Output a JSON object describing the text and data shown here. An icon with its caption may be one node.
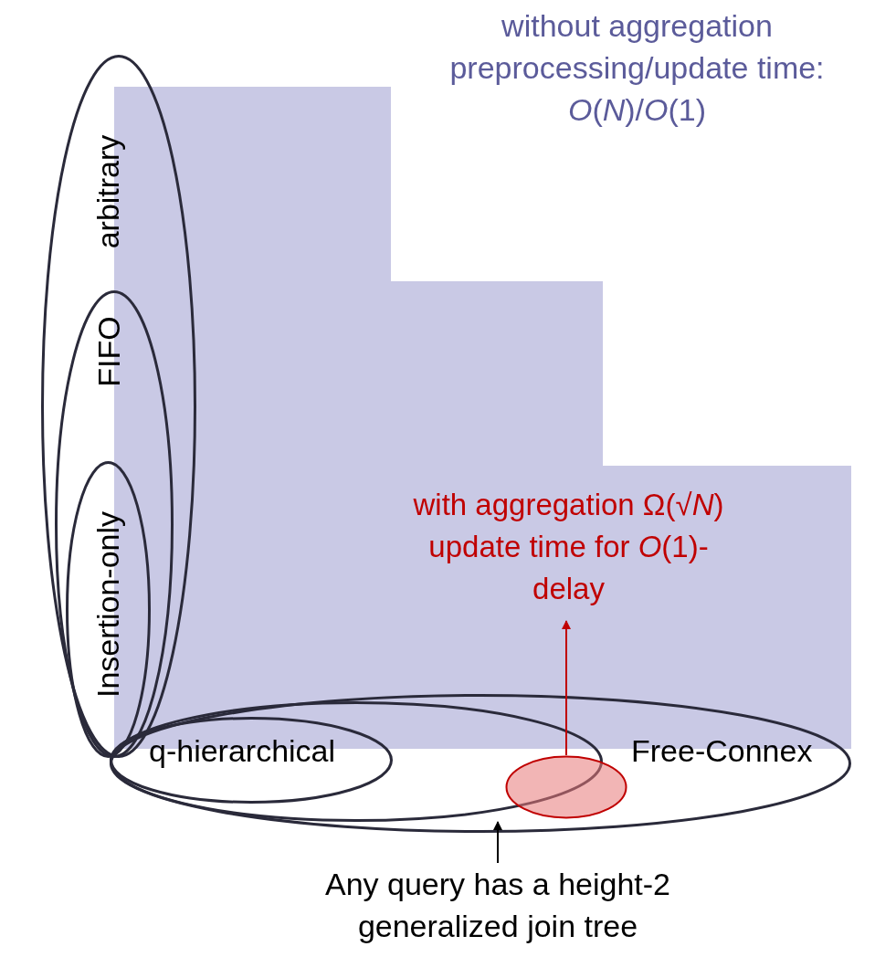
{
  "diagram": {
    "nodes": [
      {
        "text": [
          "arbitrary"
        ]
      },
      {
        "text": [
          "FIFO"
        ],
        "in": 0
      },
      {
        "text": [
          "Insertion-only"
        ],
        "in": 1
      },
      {
        "text": [
          "Free-Connex"
        ]
      },
      {
        "text": [],
        "shape": "ellipse",
        "in": 3
      },
      {
        "text": [
          "q-hierarchical"
        ],
        "in": 4
      },
      {
        "text": [],
        "shape": "ellipse",
        "in": 3
      },
      {
        "text": [
          "with aggregation Ω(√*N*) update time for *O*(1)-delay"
        ]
      },
      {
        "text": [
          "Any query has a height-2 generalized join tree"
        ]
      }
    ],
    "edges": [
      {
        "from": 6,
        "to": 7,
        "arrow": "to",
        "color": "#c00000"
      },
      {
        "from": 8,
        "to": 4,
        "arrow": "to",
        "color": "#000000"
      }
    ],
    "labels": [
      "without aggregation preprocessing/update time: *O*(*N*)/*O*(1)"
    ]
  }
}
